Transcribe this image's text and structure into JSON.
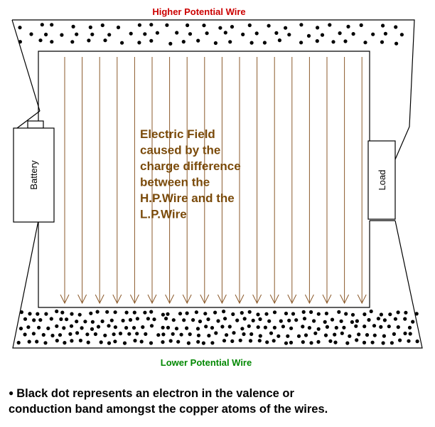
{
  "labels": {
    "high_wire": "Higher Potential Wire",
    "low_wire": "Lower Potential Wire",
    "battery": "Battery",
    "load": "Load",
    "field_lines": [
      "Electric Field",
      "caused by the",
      "charge difference",
      "between the",
      "H.P.Wire and the",
      "L.P.Wire"
    ],
    "note_lines": [
      "Black dot represents an electron in the valence or",
      "conduction band amongst the copper atoms of the wires."
    ]
  },
  "colors": {
    "high_wire_label": "#cc0000",
    "low_wire_label": "#008800",
    "field_text": "#7a4a0a",
    "field_arrows": "#8b5a2b",
    "outline": "#000000",
    "electron": "#000000"
  }
}
